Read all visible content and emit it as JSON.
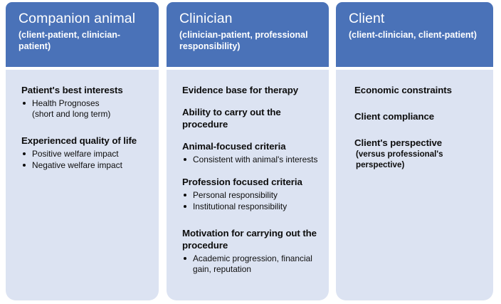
{
  "diagram": {
    "type": "three-column-framework",
    "colors": {
      "header_blue": "#4a72b8",
      "body_light_blue": "#dce3f2",
      "header_text": "#ffffff",
      "body_text": "#0d0d0d",
      "page_background": "#ffffff"
    },
    "columns": [
      {
        "id": "companion-animal",
        "header": {
          "title": "Companion animal",
          "subtitle": "(client-patient, clinician-patient)"
        },
        "sections": [
          {
            "title": "Patient's best interests",
            "bullets": [
              "Health Prognoses"
            ],
            "bullet_continuations": [
              "(short and long term)"
            ]
          },
          {
            "title": "Experienced quality of life",
            "bullets": [
              "Positive welfare impact",
              "Negative welfare impact"
            ]
          }
        ]
      },
      {
        "id": "clinician",
        "header": {
          "title": "Clinician",
          "subtitle": "(clinician-patient, professional responsibility)"
        },
        "sections": [
          {
            "title": "Evidence base for therapy",
            "bullets": []
          },
          {
            "title": "Ability to carry out the procedure",
            "bullets": []
          },
          {
            "title": "Animal-focused criteria",
            "bullets": [
              "Consistent with animal's interests"
            ]
          },
          {
            "title": "Profession focused criteria",
            "bullets": [
              "Personal responsibility",
              "Institutional responsibility"
            ]
          },
          {
            "title": "Motivation for carrying out the procedure",
            "bullets": [
              "Academic progression, financial gain, reputation"
            ]
          }
        ]
      },
      {
        "id": "client",
        "header": {
          "title": "Client",
          "subtitle": "(client-clinician, client-patient)"
        },
        "sections": [
          {
            "title": "Economic constraints"
          },
          {
            "title": "Client compliance"
          },
          {
            "title": "Client's perspective",
            "subtitle": "(versus professional's perspective)"
          }
        ]
      }
    ]
  }
}
